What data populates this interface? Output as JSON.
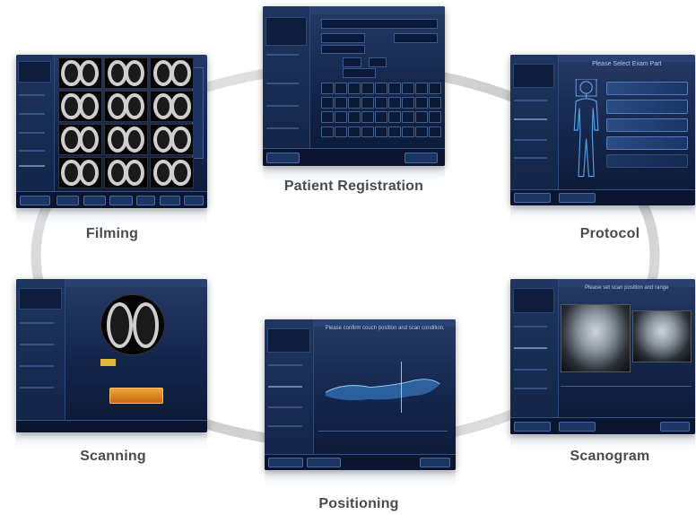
{
  "workflow": {
    "patient_registration": {
      "label": "Patient Registration"
    },
    "protocol": {
      "label": "Protocol"
    },
    "scanogram": {
      "label": "Scanogram"
    },
    "positioning": {
      "label": "Positioning",
      "instruction": "Please confirm couch position and scan condition."
    },
    "scanning": {
      "label": "Scanning"
    },
    "filming": {
      "label": "Filming"
    }
  },
  "protocol_screen": {
    "title": "Please Select Exam Part"
  },
  "scanogram_screen": {
    "title": "Please set scan position and range"
  },
  "colors": {
    "panel_dark": "#14254a",
    "ring": "#c8c8c8",
    "label": "#4a4a4a",
    "accent_orange": "#e08a1e"
  }
}
